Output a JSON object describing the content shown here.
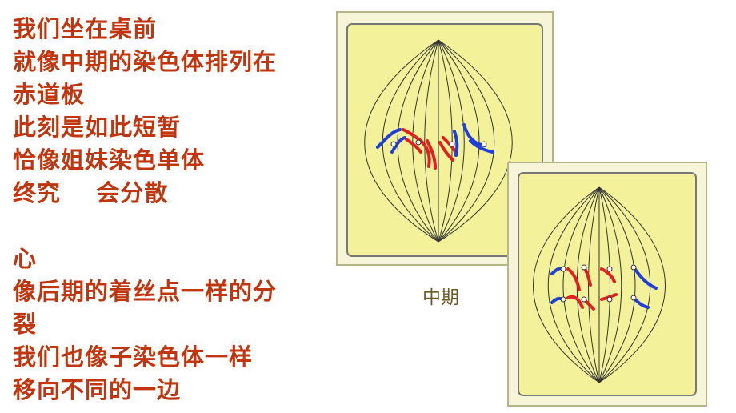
{
  "poem": {
    "lines": [
      "我们坐在桌前",
      "就像中期的染色体排列在",
      "赤道板",
      "此刻是如此短暂",
      "恰像姐妹染色单体",
      "终究    会分散",
      "",
      "心",
      "像后期的着丝点一样的分",
      "裂",
      "我们也像子染色体一样",
      "移向不同的一边"
    ]
  },
  "figures": {
    "metaphase_caption": "中期"
  },
  "colors": {
    "text": "#c0360f",
    "cell_fill": "#f3f19a",
    "wall_fill": "#f6f5d8",
    "chromosome_red": "#e0211f",
    "chromosome_blue": "#1f3fd6"
  }
}
